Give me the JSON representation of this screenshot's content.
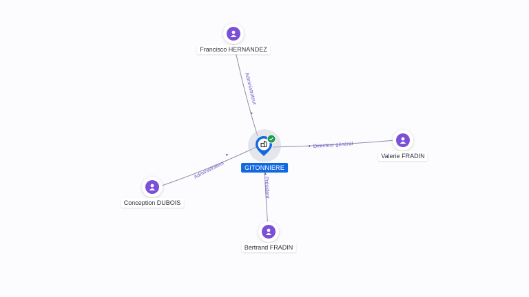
{
  "center": {
    "name": "GITONNIERE",
    "icon": "building-icon",
    "status_icon": "check-icon"
  },
  "people": [
    {
      "id": "francisco",
      "name": "Francisco HERNANDEZ",
      "role": "Administrateur",
      "icon": "person-icon"
    },
    {
      "id": "valerie",
      "name": "Valerie FRADIN",
      "role": "Directeur général",
      "icon": "person-icon"
    },
    {
      "id": "conception",
      "name": "Conception DUBOIS",
      "role": "Administrateur",
      "icon": "person-icon"
    },
    {
      "id": "bertrand",
      "name": "Bertrand FRADIN",
      "role": "Président",
      "icon": "person-icon"
    }
  ],
  "colors": {
    "person": "#7b4fd8",
    "center": "#1168e0",
    "status": "#1e9a4e",
    "edge_label": "#6e5cc6"
  }
}
